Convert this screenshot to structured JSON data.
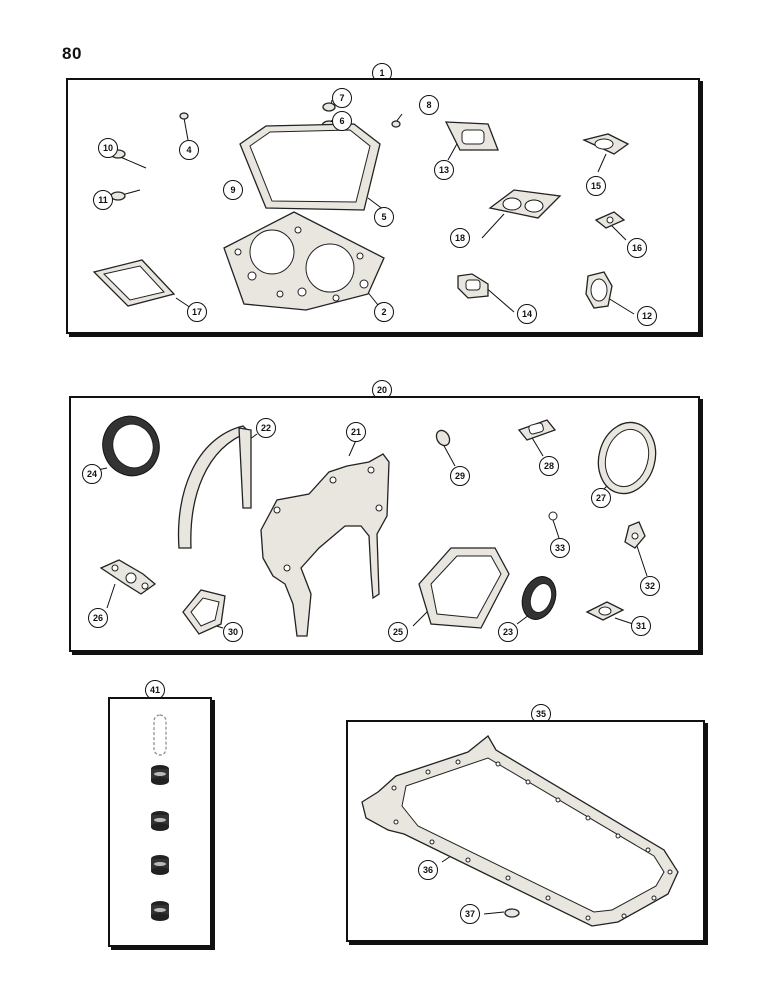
{
  "page": {
    "number": "80"
  },
  "groups": [
    {
      "key": "group_1",
      "callout": "1"
    },
    {
      "key": "group_20",
      "callout": "20"
    },
    {
      "key": "group_41",
      "callout": "41"
    },
    {
      "key": "group_35",
      "callout": "35"
    }
  ],
  "callouts": {
    "c2": "2",
    "c4": "4",
    "c5": "5",
    "c6": "6",
    "c7": "7",
    "c8": "8",
    "c9": "9",
    "c10": "10",
    "c11": "11",
    "c12": "12",
    "c13": "13",
    "c14": "14",
    "c15": "15",
    "c16": "16",
    "c17": "17",
    "c18": "18",
    "c21": "21",
    "c22": "22",
    "c23": "23",
    "c24": "24",
    "c25": "25",
    "c26": "26",
    "c27": "27",
    "c28": "28",
    "c29": "29",
    "c30": "30",
    "c31": "31",
    "c32": "32",
    "c33": "33",
    "c36": "36",
    "c37": "37"
  },
  "parts": [
    {
      "callout": "2",
      "icon": "cylinder-head-gasket-icon"
    },
    {
      "callout": "4",
      "icon": "small-washer-icon"
    },
    {
      "callout": "5",
      "icon": "valve-cover-gasket-icon"
    },
    {
      "callout": "6",
      "icon": "washer-icon"
    },
    {
      "callout": "7",
      "icon": "washer-icon"
    },
    {
      "callout": "8",
      "icon": "small-washer-icon"
    },
    {
      "callout": "9",
      "icon": "o-ring-icon"
    },
    {
      "callout": "10",
      "icon": "washer-icon"
    },
    {
      "callout": "11",
      "icon": "washer-icon"
    },
    {
      "callout": "12",
      "icon": "oval-gasket-icon"
    },
    {
      "callout": "13",
      "icon": "flange-gasket-icon"
    },
    {
      "callout": "14",
      "icon": "flange-gasket-icon"
    },
    {
      "callout": "15",
      "icon": "round-flange-gasket-icon"
    },
    {
      "callout": "16",
      "icon": "small-flange-gasket-icon"
    },
    {
      "callout": "17",
      "icon": "square-gasket-icon"
    },
    {
      "callout": "18",
      "icon": "double-port-gasket-icon"
    },
    {
      "callout": "21",
      "icon": "timing-cover-gasket-icon"
    },
    {
      "callout": "22",
      "icon": "curved-gasket-icon"
    },
    {
      "callout": "23",
      "icon": "oil-seal-icon"
    },
    {
      "callout": "24",
      "icon": "crankshaft-seal-icon"
    },
    {
      "callout": "25",
      "icon": "plate-gasket-icon"
    },
    {
      "callout": "26",
      "icon": "triple-hole-gasket-icon"
    },
    {
      "callout": "27",
      "icon": "round-cover-gasket-icon"
    },
    {
      "callout": "28",
      "icon": "flange-gasket-icon"
    },
    {
      "callout": "29",
      "icon": "washer-icon"
    },
    {
      "callout": "30",
      "icon": "square-gasket-icon"
    },
    {
      "callout": "31",
      "icon": "flange-gasket-icon"
    },
    {
      "callout": "32",
      "icon": "small-flange-gasket-icon"
    },
    {
      "callout": "33",
      "icon": "o-ring-icon"
    },
    {
      "callout": "36",
      "icon": "oil-pan-gasket-icon"
    },
    {
      "callout": "37",
      "icon": "washer-icon"
    }
  ],
  "seal_stack": {
    "icon": "valve-stem-seal-icon"
  }
}
